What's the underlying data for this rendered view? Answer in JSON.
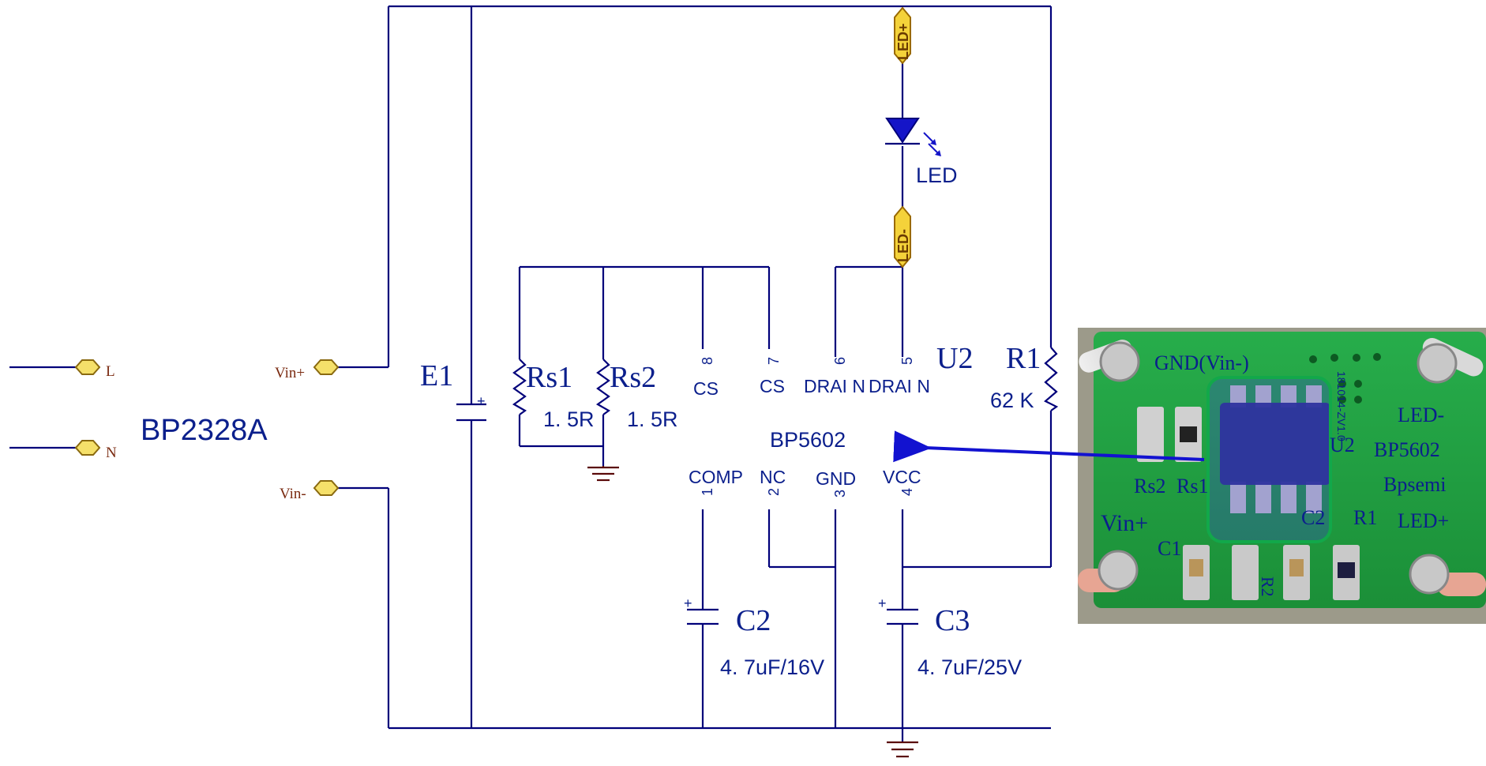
{
  "ports": {
    "L": "L",
    "N": "N",
    "vin_plus": "Vin+",
    "vin_minus": "Vin-"
  },
  "bridge": {
    "part": "BP2328A"
  },
  "caps": {
    "E1": {
      "name": "E1",
      "polarity": "+"
    },
    "C2": {
      "name": "C2",
      "value": "4. 7uF/16V",
      "polarity": "+"
    },
    "C3": {
      "name": "C3",
      "value": "4. 7uF/25V",
      "polarity": "+"
    }
  },
  "resistors": {
    "Rs1": {
      "name": "Rs1",
      "value": "1. 5R"
    },
    "Rs2": {
      "name": "Rs2",
      "value": "1. 5R"
    },
    "R1": {
      "name": "R1",
      "value": "62 K"
    }
  },
  "led": {
    "label": "LED",
    "tag_plus": "LED+",
    "tag_minus": "LED-"
  },
  "ic": {
    "ref": "U2",
    "part": "BP5602",
    "pins": [
      {
        "num": "8",
        "name": "CS"
      },
      {
        "num": "7",
        "name": "CS"
      },
      {
        "num": "6",
        "name": "DRAI N"
      },
      {
        "num": "5",
        "name": "DRAI N"
      },
      {
        "num": "1",
        "name": "COMP"
      },
      {
        "num": "2",
        "name": "NC"
      },
      {
        "num": "3",
        "name": "GND"
      },
      {
        "num": "4",
        "name": "VCC"
      }
    ]
  },
  "photo": {
    "silkscreen": {
      "gnd_vin_minus": "GND(Vin-)",
      "led_minus": "LED-",
      "u2": "U2",
      "part": "BP5602",
      "brand": "Bpsemi",
      "vin_plus": "Vin+",
      "r1": "R1",
      "led_plus": "LED+",
      "rs2": "Rs2",
      "rs1": "Rs1",
      "c1": "C1",
      "c2": "C2",
      "r2": "R2",
      "code": "181014-ZV1.0"
    }
  },
  "colors": {
    "wire": "#00007a",
    "text": "#0b1f8c",
    "arrow": "#1212d0",
    "pcb": "#1f9e3e",
    "highlight": "#12a84a"
  }
}
